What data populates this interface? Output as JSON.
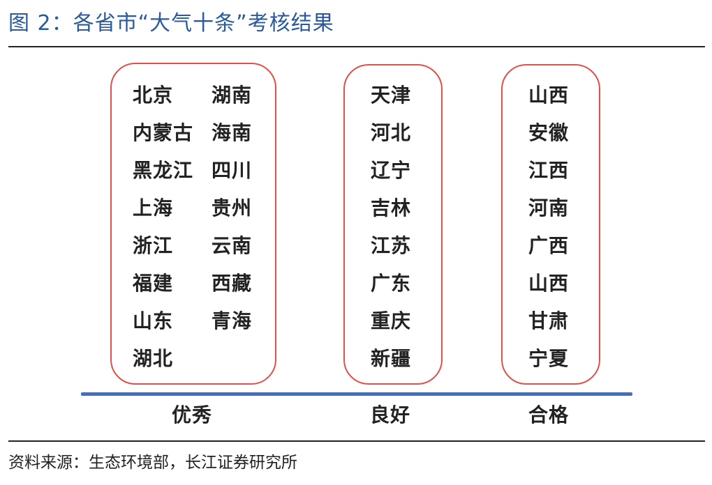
{
  "title": "图 2：各省市“大气十条”考核结果",
  "colors": {
    "title": "#2a5a9c",
    "box_border": "#e0504a",
    "baseline": "#3f6fc4"
  },
  "groups": {
    "excellent": {
      "label": "优秀",
      "column_a": [
        "北京",
        "内蒙古",
        "黑龙江",
        "上海",
        "浙江",
        "福建",
        "山东",
        "湖北"
      ],
      "column_b": [
        "湖南",
        "海南",
        "四川",
        "贵州",
        "云南",
        "西藏",
        "青海"
      ]
    },
    "good": {
      "label": "良好",
      "items": [
        "天津",
        "河北",
        "辽宁",
        "吉林",
        "江苏",
        "广东",
        "重庆",
        "新疆"
      ]
    },
    "pass": {
      "label": "合格",
      "items": [
        "山西",
        "安徽",
        "江西",
        "河南",
        "广西",
        "山西",
        "甘肃",
        "宁夏"
      ]
    }
  },
  "source": "资料来源：生态环境部，长江证券研究所"
}
